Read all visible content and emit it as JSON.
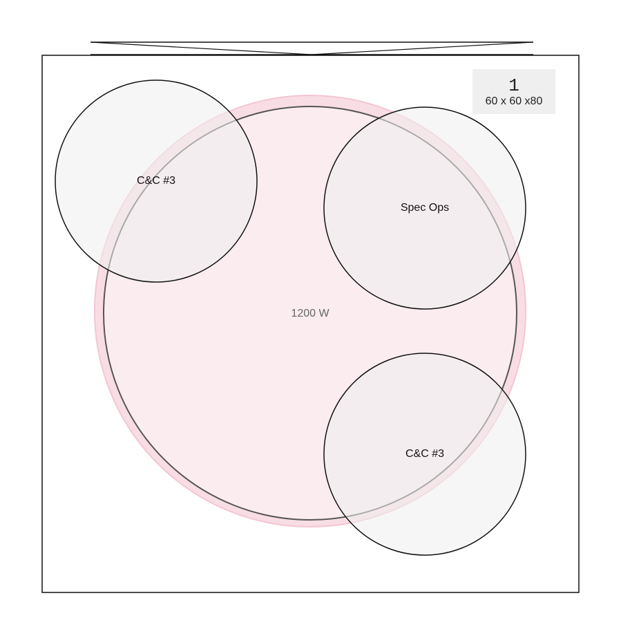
{
  "diagram": {
    "tag": {
      "number": "1",
      "dimensions": "60 x 60 x80"
    },
    "center_zone": {
      "label": "1200 W"
    },
    "circles": [
      {
        "label": "C&C #3"
      },
      {
        "label": "Spec Ops"
      },
      {
        "label": "C&C #3"
      }
    ],
    "colors": {
      "outline": "#111111",
      "zone_fill": "#fbeaee",
      "zone_halo": "#f3c6d2",
      "circle_fill": "#f5f5f5",
      "tag_fill": "#efefef"
    }
  }
}
